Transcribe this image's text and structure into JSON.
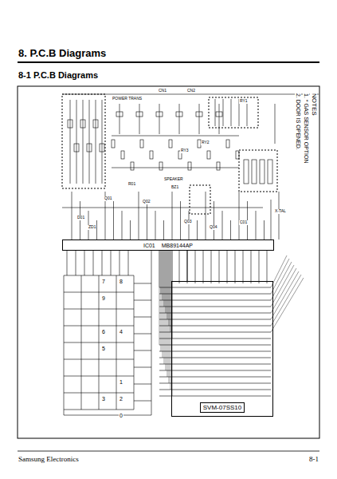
{
  "diagram": {
    "title": "8. P.C.B Diagrams",
    "nodes": [
      {
        "text": [
          "IC01",
          "MB89144AP"
        ]
      },
      {
        "text": [
          "SVM-07SS10"
        ]
      }
    ],
    "edges": [
      {
        "from": 0,
        "to": 1,
        "arrow": "none"
      }
    ],
    "labels": [
      "8-1 P.C.B Diagrams",
      "Samsung Electronics",
      "8-1",
      "NOTES",
      "1. * GAS SENSOR OPTION",
      "2. DOOR IS OPENED.",
      "POWER TRANS",
      "SPEAKER",
      "RY1",
      "RY2",
      "RY3",
      "Q01",
      "Q02",
      "Q03",
      "Q04",
      "CN1",
      "CN2",
      "D01",
      "ZD1",
      "BZ1",
      "R01",
      "C01",
      "X-TAL",
      "8",
      "4",
      "1",
      "2",
      "0",
      "5",
      "6",
      "3",
      "9",
      "7"
    ]
  }
}
